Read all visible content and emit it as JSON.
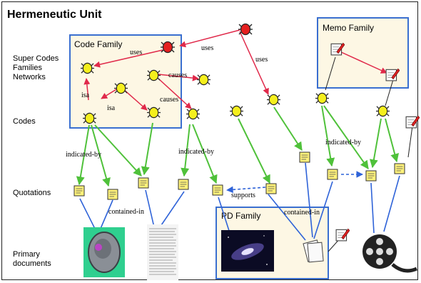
{
  "title": "Hermeneutic Unit",
  "rows": {
    "supercodes": [
      "Super Codes",
      "Families",
      "Networks"
    ],
    "codes": "Codes",
    "quotations": "Quotations",
    "primary": [
      "Primary",
      "documents"
    ]
  },
  "boxes": {
    "code_family": "Code Family",
    "memo_family": "Memo Family",
    "pd_family": "PD Family"
  },
  "edge_labels": {
    "uses": "uses",
    "causes": "causes",
    "isa": "isa",
    "indicated_by": "indicated-by",
    "supports": "supports",
    "contained_in": "contained-in"
  },
  "colors": {
    "box_border": "#3a6fd0",
    "box_fill": "#fdf7e4",
    "green_edge": "#4fc13a",
    "red_edge": "#e0294a",
    "blue_edge": "#2f63d8",
    "code_icon": "#f5ef1d",
    "supercode_icon": "#e52020",
    "quotation_icon": "#fff27a"
  },
  "icons": {
    "code": "bug-icon",
    "supercode": "red-bug-icon",
    "quotation": "note-icon",
    "memo": "memo-icon"
  }
}
